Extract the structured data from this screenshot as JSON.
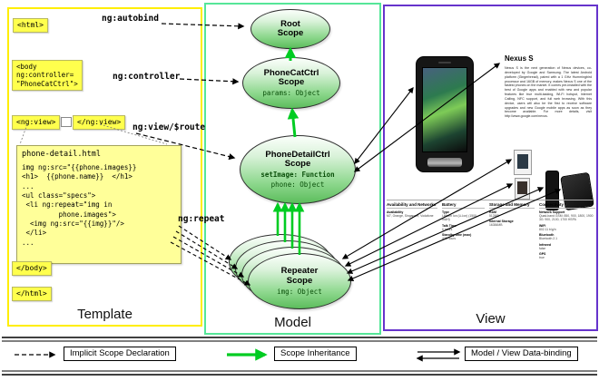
{
  "panels": {
    "template_label": "Template",
    "model_label": "Model",
    "view_label": "View"
  },
  "template": {
    "html_open": "<html>",
    "autobind": "ng:autobind",
    "body_open": "<body\nng:controller=\n\"PhoneCatCtrl\">",
    "controller": "ng:controller",
    "ngview_open": "<ng:view>",
    "ngview_close": "</ng:view>",
    "view_route": "ng:view/$route",
    "code_title": "phone-detail.html",
    "code_body": "img ng:src=\"{{phone.images}}\n<h1>  {{phone.name}}  </h1>\n...\n<ul class=\"specs\">\n <li ng:repeat=\"img in\n         phone.images\">\n  <img ng:src=\"{{img}}\"/>\n </li>\n...",
    "repeat": "ng:repeat",
    "body_close": "</body>",
    "html_close": "</html>"
  },
  "model": {
    "root": {
      "title": "Root Scope"
    },
    "phonecat": {
      "title": "PhoneCatCtrl Scope",
      "prop1": "params: Object"
    },
    "phonedetail": {
      "title": "PhoneDetailCtrl Scope",
      "prop1": "setImage: Function",
      "prop2": "phone: Object"
    },
    "repeater": {
      "title": "Repeater Scope",
      "prop1": "img: Object"
    }
  },
  "view": {
    "title": "Nexus S",
    "description": "Nexus S is the next generation of Nexus devices, co-developed by Google and Samsung. The latest Android platform (Gingerbread), paired with a 1 GHz Hummingbird processor and 16GB of memory, makes Nexus S one of the fastest phones on the market. It comes pre-installed with the best of Google apps and enabled with new and popular features like true multi-tasking, Wi-Fi hotspot, Internet Calling, NFC support, and full web browsing. With this device, users will also be the first to receive software upgrades and new Google mobile apps as soon as they become available. For more details, visit http://www.google.com/nexus.",
    "specs": [
      {
        "header": "Availability and Networks",
        "rows": [
          [
            "Availability",
            "M7, Orange, Singapore, Vodafone"
          ]
        ]
      },
      {
        "header": "Battery",
        "rows": [
          [
            "Type",
            "Lithium Ion (Li-Ion) (1500 mAH)"
          ],
          [
            "Talk Time",
            "6 hours"
          ],
          [
            "Standby time (max)",
            "428 hours"
          ]
        ]
      },
      {
        "header": "Storage and Memory",
        "rows": [
          [
            "RAM",
            "512MB"
          ],
          [
            "Internal Storage",
            "16384MB"
          ]
        ]
      },
      {
        "header": "Connectivity",
        "rows": [
          [
            "Network Support",
            "Quad-band GSM: 850, 900, 1800, 1900  3G: 900, 2100, 1700 HSPA"
          ],
          [
            "WiFi",
            "802.11 b/g/n"
          ],
          [
            "Bluetooth",
            "Bluetooth 2.1"
          ],
          [
            "Infrared",
            "false"
          ],
          [
            "GPS",
            "true"
          ]
        ]
      }
    ]
  },
  "legend": {
    "implicit": "Implicit Scope Declaration",
    "inheritance": "Scope Inheritance",
    "databinding": "Model / View Data-binding"
  },
  "colors": {
    "template_border": "#ffee00",
    "model_border": "#55e698",
    "view_border": "#6633cc",
    "note_yellow": "#ffff4d",
    "scope_green": "#5cbd5c",
    "inheritance_arrow": "#00cc22"
  }
}
